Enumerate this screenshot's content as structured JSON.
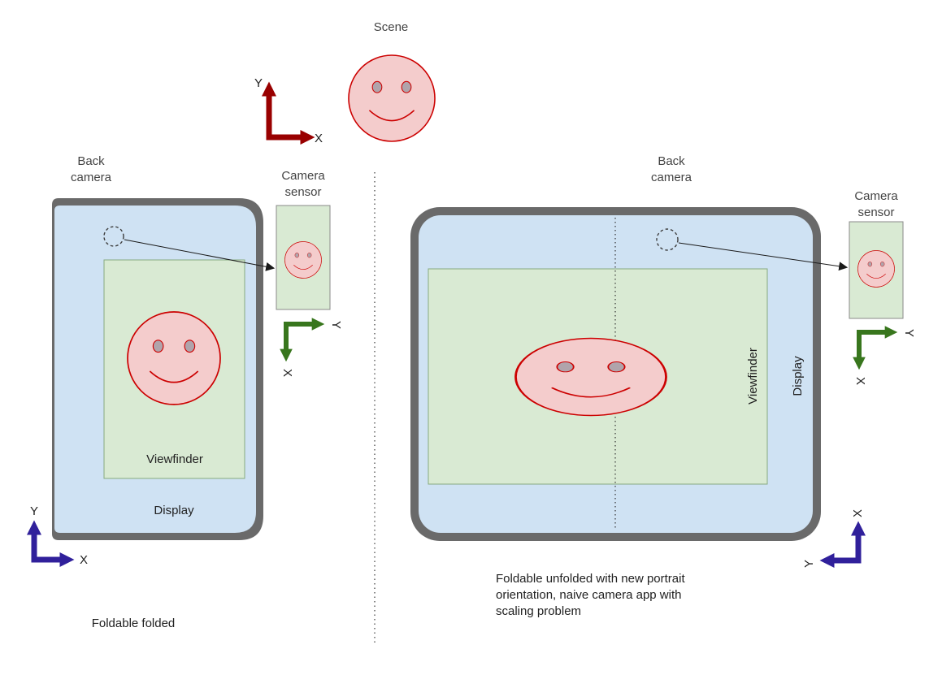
{
  "scene": {
    "label": "Scene",
    "axis": {
      "x_label": "X",
      "y_label": "Y"
    }
  },
  "left": {
    "back_camera_line1": "Back",
    "back_camera_line2": "camera",
    "sensor_line1": "Camera",
    "sensor_line2": "sensor",
    "viewfinder": "Viewfinder",
    "display": "Display",
    "caption": "Foldable folded",
    "display_axis": {
      "x_label": "X",
      "y_label": "Y"
    },
    "sensor_axis": {
      "x_label": "X",
      "y_label": "Y"
    }
  },
  "right": {
    "back_camera_line1": "Back",
    "back_camera_line2": "camera",
    "sensor_line1": "Camera",
    "sensor_line2": "sensor",
    "viewfinder": "Viewfinder",
    "display": "Display",
    "caption_line1": "Foldable unfolded with new portrait",
    "caption_line2": "orientation, naive camera app with",
    "caption_line3": "scaling problem",
    "display_axis": {
      "x_label": "X",
      "y_label": "Y"
    },
    "sensor_axis": {
      "x_label": "X",
      "y_label": "Y"
    }
  },
  "colors": {
    "phone_border": "#6a6a6a",
    "display_fill": "#cfe2f3",
    "viewfinder_fill": "#d9ead3",
    "viewfinder_stroke": "#87aa7f",
    "sensor_stroke": "#8a8a8a",
    "face_fill": "#f4cccc",
    "face_stroke": "#cc0000",
    "eye_fill": "#b0a4ab",
    "scene_axis": "#990000",
    "sensor_axis": "#38761d",
    "display_axis": "#30209b"
  }
}
